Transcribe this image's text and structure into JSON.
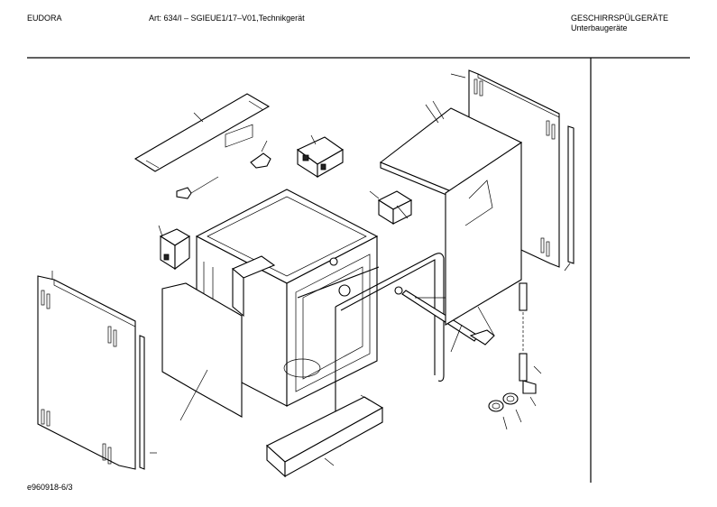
{
  "header": {
    "brand": "EUDORA",
    "article": "Art: 634/I – SGIEUE1/17–V01,Technikgerät",
    "category": "GESCHIRRSPÜLGERÄTE",
    "subcategory": "Unterbaugeräte"
  },
  "footer": {
    "drawing_id": "e960918-6/3"
  }
}
